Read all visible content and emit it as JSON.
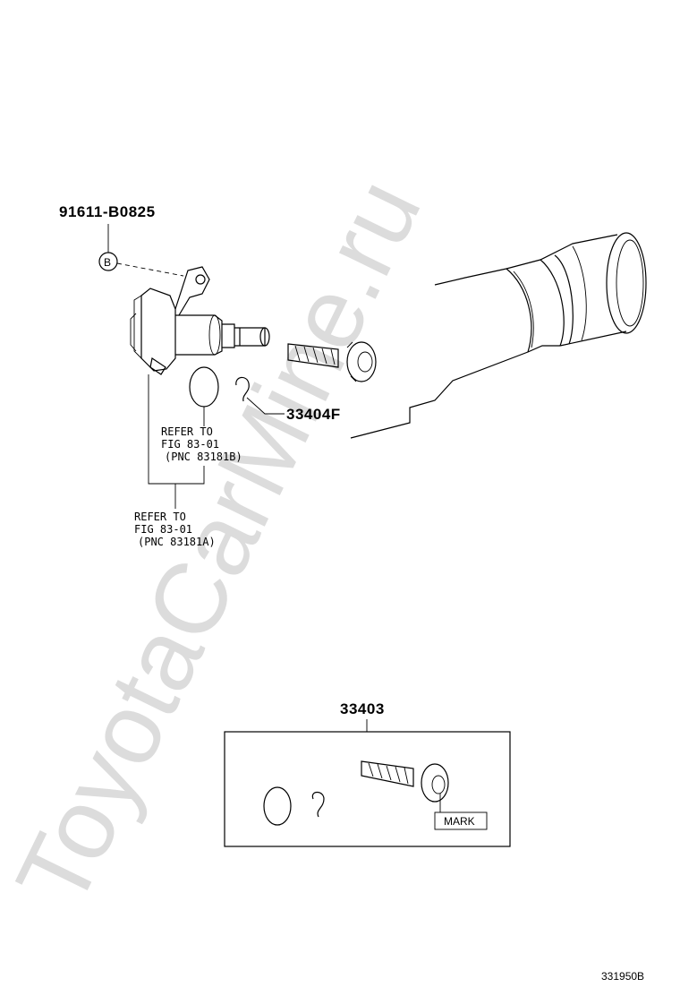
{
  "watermark": "ToyotaCarMine.ru",
  "parts": {
    "bolt_part": "91611-B0825",
    "callout_letter": "B",
    "clip_part": "33404F",
    "kit_part": "33403"
  },
  "refs": {
    "ref_b": {
      "line1": "REFER TO",
      "line2": "FIG 83-01",
      "line3": "(PNC 83181B)"
    },
    "ref_a": {
      "line1": "REFER TO",
      "line2": "FIG 83-01",
      "line3": "(PNC 83181A)"
    }
  },
  "kit_mark_label": "MARK",
  "diagram_code": "331950B"
}
